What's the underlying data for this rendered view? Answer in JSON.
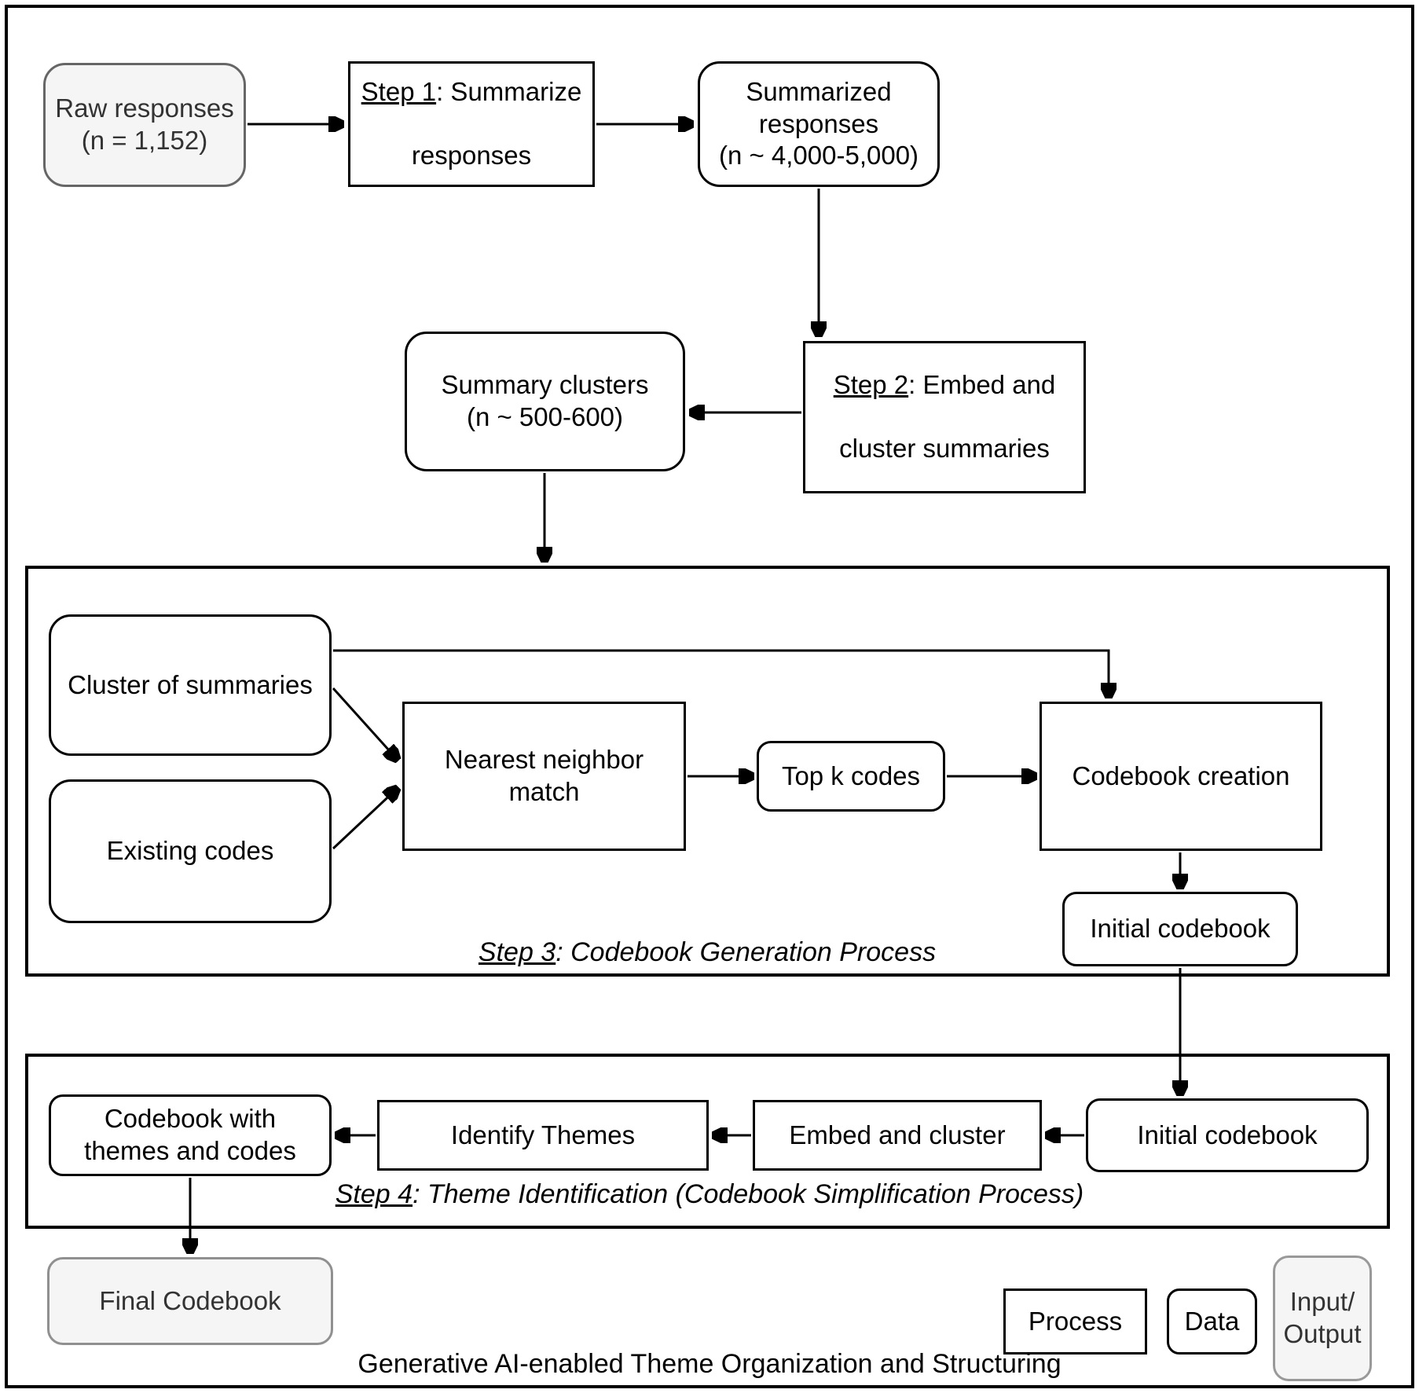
{
  "title": "Generative AI-enabled Theme Organization and Structuring",
  "nodes": {
    "raw_responses": {
      "text": "Raw responses\n(n = 1,152)"
    },
    "step1": {
      "prefix": "Step 1",
      "rest": ": Summarize",
      "line2": "responses"
    },
    "summarized_responses": {
      "text": "Summarized\nresponses\n(n ~ 4,000-5,000)"
    },
    "summary_clusters": {
      "text": "Summary clusters\n(n ~ 500-600)"
    },
    "step2": {
      "prefix": "Step 2",
      "rest": ": Embed and",
      "line2": "cluster summaries"
    },
    "cluster_of_summaries": {
      "text": "Cluster of summaries"
    },
    "existing_codes": {
      "text": "Existing codes"
    },
    "nearest_neighbor": {
      "text": "Nearest neighbor\nmatch"
    },
    "top_k_codes": {
      "text": "Top k codes"
    },
    "codebook_creation": {
      "text": "Codebook creation"
    },
    "initial_codebook_step3": {
      "text": "Initial codebook"
    },
    "codebook_with_themes": {
      "text": "Codebook with\nthemes and codes"
    },
    "identify_themes": {
      "text": "Identify Themes"
    },
    "embed_and_cluster": {
      "text": "Embed and cluster"
    },
    "initial_codebook_step4": {
      "text": "Initial codebook"
    },
    "final_codebook": {
      "text": "Final Codebook"
    }
  },
  "section_labels": {
    "step3": {
      "prefix": "Step 3",
      "rest": ": Codebook Generation Process"
    },
    "step4": {
      "prefix": "Step 4",
      "rest": ": Theme Identification (Codebook Simplification Process)"
    }
  },
  "legend": {
    "process": "Process",
    "data": "Data",
    "input_output": "Input/\nOutput"
  },
  "colors": {
    "line": "#000000",
    "process_fill": "#ffffff",
    "process_stroke": "#000000",
    "data_fill": "#ffffff",
    "data_stroke": "#000000",
    "io_fill": "#f5f5f5",
    "io_stroke": "#666666",
    "io_text": "#333333"
  }
}
